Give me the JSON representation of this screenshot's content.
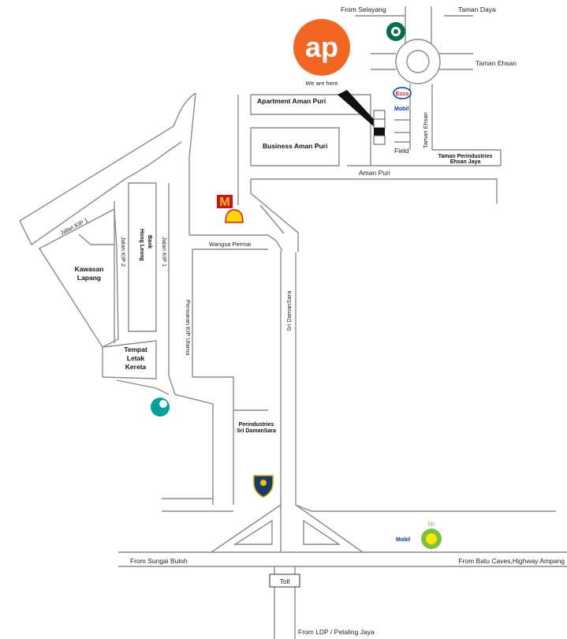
{
  "brand": {
    "logo_text": "ap",
    "we_are_here": "We are here",
    "accent": "#f26522"
  },
  "labels": {
    "from_selayang": "From Selayang",
    "taman_daya": "Taman Daya",
    "taman_ehsan": "Taman Ehsan",
    "taman_ehsan_road": "Taman Ehsan",
    "apartment_aman_puri": "Apartment Aman Puri",
    "business_aman_puri": "Business Aman Puri",
    "field": "Field",
    "taman_perindustries_l1": "Taman Perindustries",
    "taman_perindustries_l2": "Ehsan Jaya",
    "aman_puri": "Aman Puri",
    "jalan_kip_1": "Jalan KIP 1",
    "jalan_kip_2": "Jalan KIP 2",
    "jalan_kip_1_vert": "Jalan KIP 1",
    "kawasan_l1": "Kawasan",
    "kawasan_l2": "Lapang",
    "hong_leong_l1": "Hong Leong",
    "hong_leong_l2": "Bank",
    "wangsa_permai": "Wangsa Permai",
    "persiaran_kip_utama": "Persiaran KIP Utama",
    "sri_damansara": "Sri DamanSara",
    "tempat_l1": "Tempat",
    "tempat_l2": "Letak",
    "tempat_l3": "Kereta",
    "perindustries_l1": "Perindustries",
    "perindustries_l2": "Sri DamanSara",
    "from_sungai_buloh": "From Sungai Buloh",
    "from_batu_caves": "From Batu Caves,Highway Ampang",
    "toll": "Toll",
    "from_ldp": "From LDP / Petaling Jaya"
  },
  "pois": {
    "esso": "Esso",
    "mobil_top": "Mobil",
    "mobil_bottom": "Mobil",
    "bp": "bp"
  },
  "icons": [
    "ap-logo-icon",
    "pin-pointer-icon",
    "building-marker-icon",
    "starbucks-icon",
    "esso-icon",
    "mcdonalds-icon",
    "shell-icon",
    "petronas-icon",
    "proton-icon",
    "bp-icon"
  ],
  "colors": {
    "road": "#8a8a8a",
    "mcd_red": "#d0121b",
    "mcd_yellow": "#ffc20e",
    "shell_yellow": "#ffd500",
    "shell_red": "#dd1d21",
    "petronas": "#00a19c",
    "bp_green": "#7ac143",
    "bp_yellow": "#ffe600",
    "esso_red": "#e2231a",
    "esso_blue": "#0038a8",
    "starbucks": "#00704a"
  }
}
